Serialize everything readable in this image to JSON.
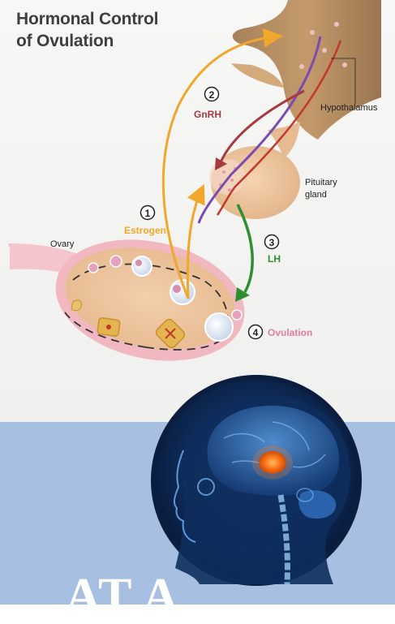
{
  "title": {
    "line1": "Hormonal Control",
    "line2": "of Ovulation"
  },
  "labels": {
    "hypothalamus": "Hypothalamus",
    "pituitary_line1": "Pituitary",
    "pituitary_line2": "gland",
    "ovary": "Ovary"
  },
  "steps": [
    {
      "number": "2",
      "label": "GnRH",
      "color": "#a63a3f"
    },
    {
      "number": "1",
      "label": "Estrogen",
      "color": "#f0a72c"
    },
    {
      "number": "3",
      "label": "LH",
      "color": "#2f8f2f"
    },
    {
      "number": "4",
      "label": "Ovulation",
      "color": "#e07f9a"
    }
  ],
  "footer_text": "AT A",
  "colors": {
    "band": "#a7c0e2",
    "brain_glow": "#ff7a1a",
    "head_dark": "#0b1e3f"
  }
}
